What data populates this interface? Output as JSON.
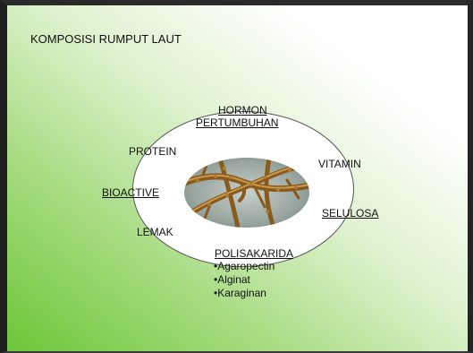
{
  "slide": {
    "title": "KOMPOSISI RUMPUT LAUT"
  },
  "diagram": {
    "center_image": "seaweed-photo",
    "labels": {
      "hormon_line1": "HORMON",
      "hormon_line2": "PERTUMBUHAN",
      "protein": "PROTEIN",
      "vitamin": "VITAMIN",
      "bioactive": "BIOACTIVE",
      "selulosa": "SELULOSA",
      "lemak": "LEMAK",
      "polisakarida": "POLISAKARIDA"
    },
    "polisakarida_items": [
      "•Agaropectin",
      "•Alginat",
      "•Karaginan"
    ]
  },
  "colors": {
    "background_gradient_start": "#6cc637",
    "background_gradient_end": "#ffffff",
    "frame_border": "#1e1e1e"
  }
}
